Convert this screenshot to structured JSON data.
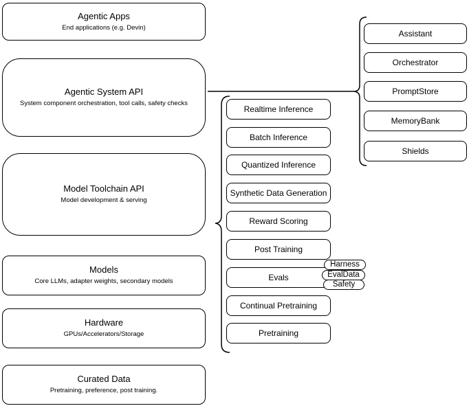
{
  "diagram": {
    "stack": [
      {
        "title": "Agentic Apps",
        "subtitle": "End applications (e.g. Devin)"
      },
      {
        "title": "Agentic System API",
        "subtitle": "System component orchestration, tool calls, safety checks"
      },
      {
        "title": "Model Toolchain API",
        "subtitle": "Model development & serving"
      },
      {
        "title": "Models",
        "subtitle": "Core LLMs, adapter weights, secondary models"
      },
      {
        "title": "Hardware",
        "subtitle": "GPUs/Accelerators/Storage"
      },
      {
        "title": "Curated Data",
        "subtitle": "Pretraining, preference, post training."
      }
    ],
    "toolchain": {
      "items": [
        {
          "label": "Realtime Inference"
        },
        {
          "label": "Batch Inference"
        },
        {
          "label": "Quantized Inference"
        },
        {
          "label": "Synthetic Data Generation"
        },
        {
          "label": "Reward Scoring"
        },
        {
          "label": "Post Training"
        },
        {
          "label": "Evals"
        },
        {
          "label": "Continual Pretraining"
        },
        {
          "label": "Pretraining"
        }
      ]
    },
    "eval_tags": [
      {
        "label": "Harness"
      },
      {
        "label": "EvalData"
      },
      {
        "label": "Safety"
      }
    ],
    "system": {
      "items": [
        {
          "label": "Assistant"
        },
        {
          "label": "Orchestrator"
        },
        {
          "label": "PromptStore"
        },
        {
          "label": "MemoryBank"
        },
        {
          "label": "Shields"
        }
      ]
    },
    "colors": {
      "stroke": "#000000",
      "fill": "#ffffff",
      "text": "#000000"
    }
  }
}
